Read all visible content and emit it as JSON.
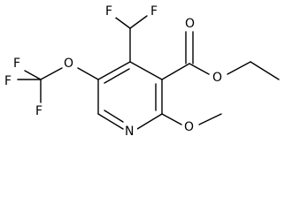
{
  "molecule": {
    "atoms": [
      {
        "id": "F_top_left",
        "symbol": "F"
      },
      {
        "id": "F_top_right",
        "symbol": "F"
      },
      {
        "id": "O_carbonyl",
        "symbol": "O"
      },
      {
        "id": "O_ester",
        "symbol": "O"
      },
      {
        "id": "F_cf3_top",
        "symbol": "F"
      },
      {
        "id": "F_cf3_left",
        "symbol": "F"
      },
      {
        "id": "F_cf3_bottom",
        "symbol": "F"
      },
      {
        "id": "O_ether",
        "symbol": "O"
      },
      {
        "id": "N_ring",
        "symbol": "N"
      },
      {
        "id": "O_methoxy",
        "symbol": "O"
      }
    ]
  }
}
